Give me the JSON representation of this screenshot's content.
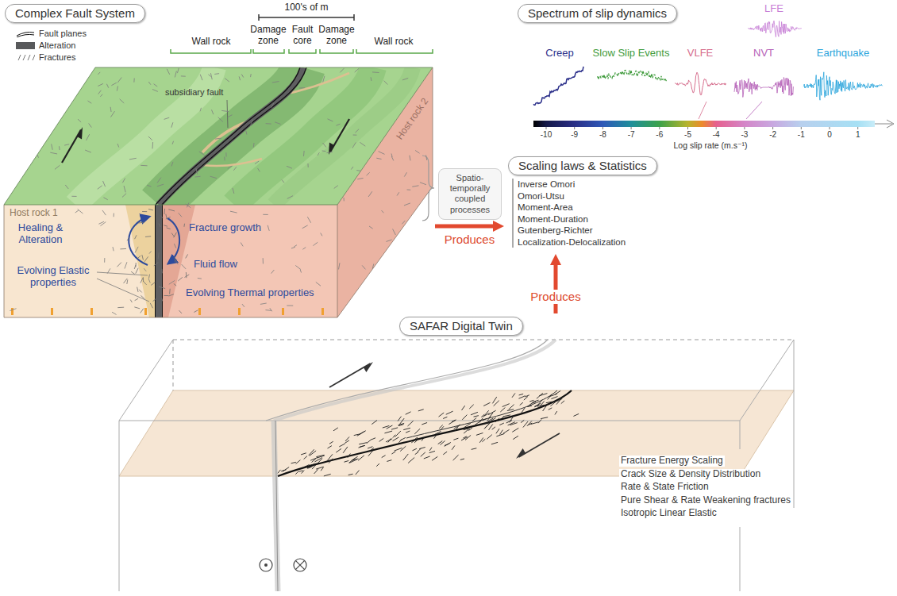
{
  "diagram": {
    "nodes": [
      {
        "text": [
          "Complex Fault System"
        ]
      },
      {
        "text": [
          "Spectrum of slip dynamics"
        ]
      },
      {
        "text": [
          "Scaling laws & Statistics"
        ]
      },
      {
        "text": [
          "Spatio-temporally coupled processes"
        ]
      },
      {
        "text": [
          "SAFAR Digital Twin"
        ]
      }
    ],
    "edges": [
      {
        "from": 0,
        "to": 2,
        "label": "Produces",
        "arrow": "to"
      },
      {
        "from": 4,
        "to": 2,
        "label": "Produces",
        "arrow": "to"
      }
    ],
    "labels": [
      "100's of m",
      "Wall rock",
      "Damage zone",
      "Fault core",
      "Damage zone",
      "Wall rock",
      "subsidiary fault",
      "Host rock 1",
      "Host rock 2",
      "Healing & Alteration",
      "Fracture growth",
      "Evolving Elastic properties",
      "Fluid flow",
      "Evolving Thermal properties",
      "LFE",
      "Creep",
      "Slow Slip Events",
      "VLFE",
      "NVT",
      "Earthquake",
      "-10",
      "-9",
      "-8",
      "-7",
      "-6",
      "-5",
      "-4",
      "-3",
      "-2",
      "-1",
      "0",
      "1",
      "Log slip rate (m.s⁻¹)",
      "Inverse Omori",
      "Omori-Utsu",
      "Moment-Area",
      "Moment-Duration",
      "Gutenberg-Richter",
      "Localization-Delocalization",
      "Fracture Energy Scaling",
      "Crack Size & Density Distribution",
      "Rate & State Friction",
      "Pure Shear & Rate Weakening fractures",
      "Isotropic Linear Elastic"
    ],
    "legend": [
      {
        "text": "Fault planes"
      },
      {
        "text": "Alteration",
        "color": "#58595b"
      },
      {
        "text": "Fractures"
      }
    ]
  }
}
